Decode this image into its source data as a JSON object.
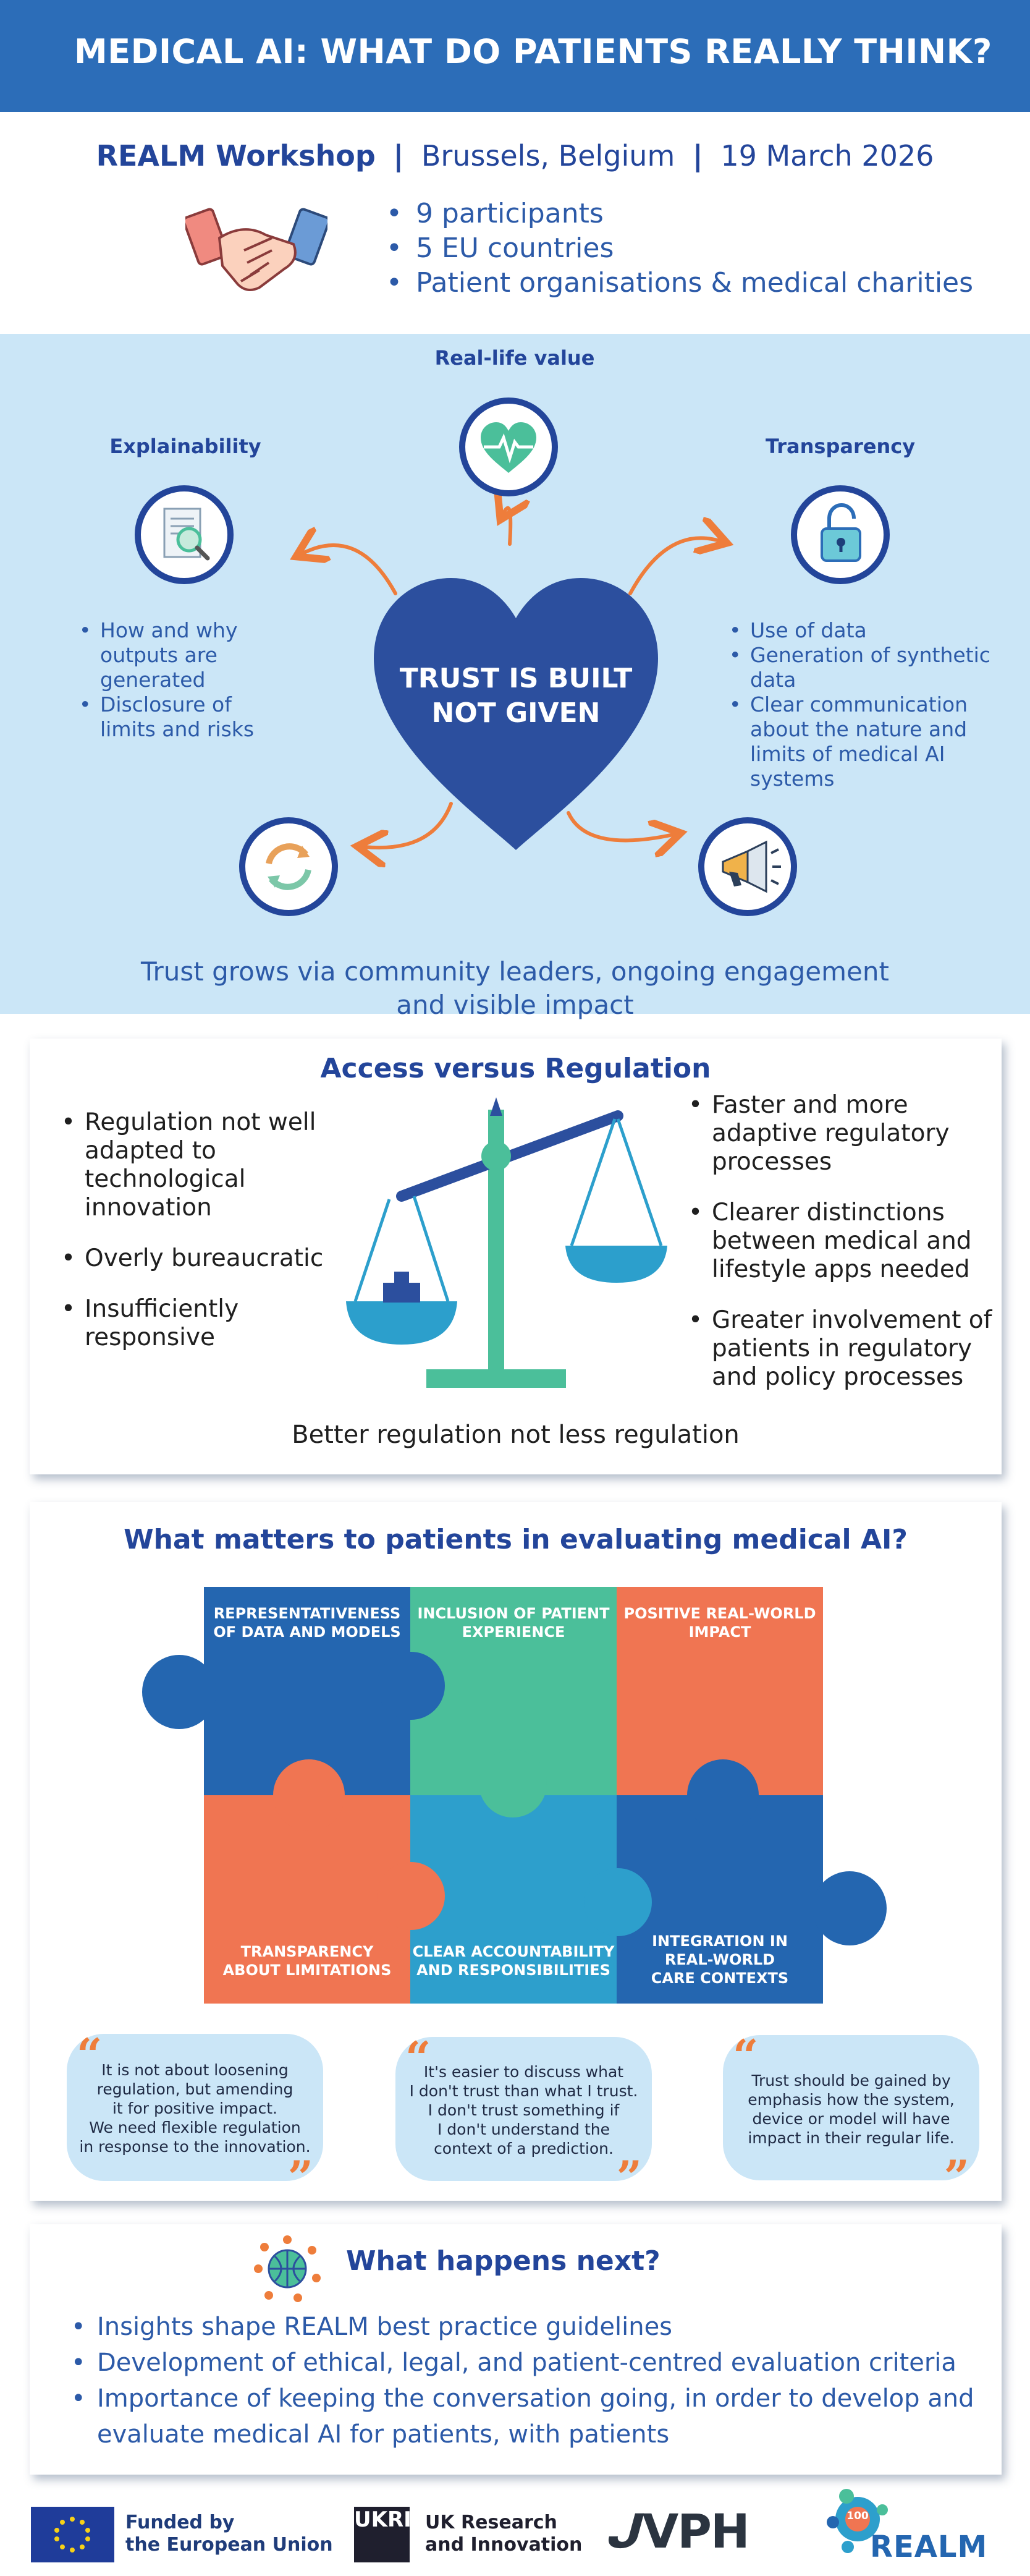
{
  "header": {
    "title": "MEDICAL AI: WHAT DO PATIENTS REALLY THINK?"
  },
  "workshop": {
    "name": "REALM Workshop",
    "separator": "|",
    "location": "Brussels, Belgium",
    "date": "19 March 2026",
    "facts": [
      "9 participants",
      "5 EU countries",
      "Patient organisations & medical charities"
    ]
  },
  "trust": {
    "heart_text": [
      "TRUST IS BUILT",
      "NOT GIVEN"
    ],
    "real_life_value": {
      "title": "Real-life value",
      "icon": "heart-pulse-icon"
    },
    "explainability": {
      "title": "Explainability",
      "icon": "document-magnifier-icon",
      "points": [
        "How and why outputs are generated",
        "Disclosure of limits and risks"
      ]
    },
    "transparency": {
      "title": "Transparency",
      "icon": "padlock-open-icon",
      "points": [
        "Use of data",
        "Generation of synthetic data",
        "Clear communication about the nature and limits of medical AI systems"
      ]
    },
    "lower_icons": [
      "refresh-cycle-icon",
      "megaphone-icon"
    ],
    "footer": [
      "Trust grows via community leaders, ongoing engagement",
      "and visible impact"
    ]
  },
  "access": {
    "title": "Access versus Regulation",
    "left_points": [
      "Regulation not well adapted to technological innovation",
      "Overly bureaucratic",
      "Insufficiently responsive"
    ],
    "right_points": [
      "Faster and more adaptive regulatory processes",
      "Clearer distinctions between medical and lifestyle apps needed",
      "Greater involvement of patients in regulatory and policy processes"
    ],
    "conclusion": "Better regulation not less regulation",
    "icon": "balance-scale-icon"
  },
  "matters": {
    "title": "What matters to patients in evaluating medical AI?",
    "pieces": [
      {
        "label": [
          "REPRESENTATIVENESS",
          "OF DATA AND MODELS"
        ],
        "color": "#2466b0"
      },
      {
        "label": [
          "INCLUSION OF PATIENT",
          "EXPERIENCE"
        ],
        "color": "#4bbf9a"
      },
      {
        "label": [
          "POSITIVE REAL-WORLD",
          "IMPACT"
        ],
        "color": "#f07552"
      },
      {
        "label": [
          "TRANSPARENCY",
          "ABOUT LIMITATIONS"
        ],
        "color": "#f07552"
      },
      {
        "label": [
          "CLEAR ACCOUNTABILITY",
          "AND RESPONSIBILITIES"
        ],
        "color": "#2d9fcc"
      },
      {
        "label": [
          "INTEGRATION IN",
          "REAL-WORLD",
          "CARE CONTEXTS"
        ],
        "color": "#2466b0"
      }
    ],
    "quotes": [
      [
        "It is not about loosening",
        "regulation, but amending",
        "it for positive impact.",
        "We need flexible regulation",
        "in response to the innovation."
      ],
      [
        "It's easier to discuss what",
        "I don't trust than what I trust.",
        "I don't trust something if",
        "I don't understand the",
        "context of a prediction."
      ],
      [
        "Trust should be gained by",
        "emphasis how the system,",
        "device or model will have",
        "impact in their regular life."
      ]
    ]
  },
  "next": {
    "title": "What happens next?",
    "icon": "globe-network-icon",
    "points": [
      "Insights shape REALM best practice guidelines",
      "Development of ethical, legal, and patient-centred evaluation criteria",
      "Importance of keeping the conversation going, in order to develop and evaluate medical AI for patients, with patients"
    ]
  },
  "footer": {
    "eu": [
      "Funded by",
      "the European Union"
    ],
    "ukri_logo": "UKRI",
    "ukri": [
      "UK Research",
      "and Innovation"
    ],
    "vph": "VPH",
    "realm": "REALM",
    "realm_badge": "100"
  },
  "colors": {
    "navy": "#23459a",
    "header_blue": "#2c6db8",
    "light_blue": "#cbe6f7",
    "orange": "#ee7d3b"
  }
}
